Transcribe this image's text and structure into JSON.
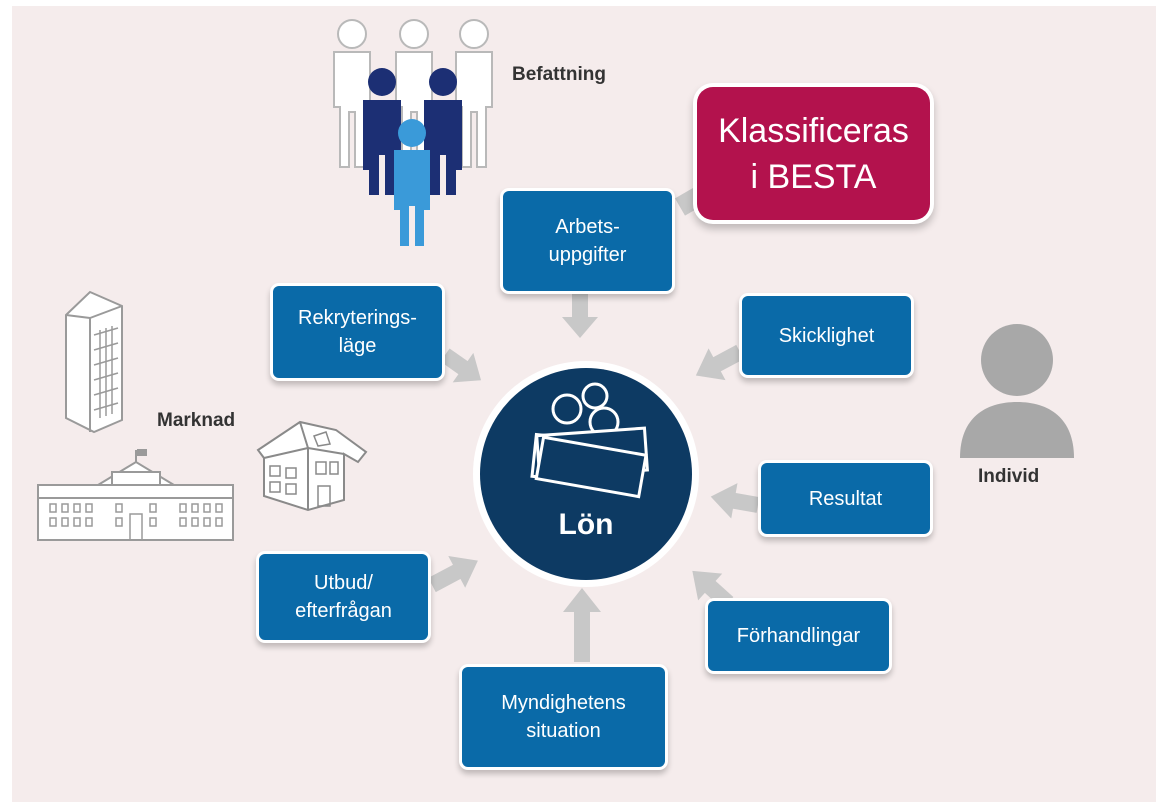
{
  "center": {
    "label": "Lön"
  },
  "outcome": {
    "label": "Klassificeras\ni BESTA"
  },
  "groups": {
    "befattning": "Befattning",
    "marknad": "Marknad",
    "individ": "Individ"
  },
  "factors": {
    "arbetsuppgifter": "Arbets-\nuppgifter",
    "rekryteringslage": "Rekryterings-\nläge",
    "skicklighet": "Skicklighet",
    "resultat": "Resultat",
    "utbud": "Utbud/\nefterfrågan",
    "forhandlingar": "Förhandlingar",
    "myndighetens": "Myndighetens\nsituation"
  },
  "colors": {
    "factor_box": "#0a6aa8",
    "outcome_box": "#b3124d",
    "center_circle": "#0d3a63",
    "arrow": "#c8c8c8",
    "background": "#f5ecec"
  },
  "icons": [
    "people-group-icon",
    "office-tower-icon",
    "government-building-icon",
    "house-icon",
    "person-silhouette-icon",
    "money-coins-icon"
  ]
}
